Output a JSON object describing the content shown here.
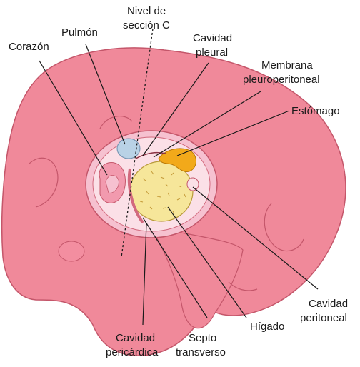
{
  "labels": {
    "nivel_line1": "Nivel de",
    "nivel_line2": "sección C",
    "corazon": "Corazón",
    "pulmon": "Pulmón",
    "cavidad_pleural_line1": "Cavidad",
    "cavidad_pleural_line2": "pleural",
    "membrana_line1": "Membrana",
    "membrana_line2": "pleuroperitoneal",
    "estomago": "Estómago",
    "cavidad_peritoneal_line1": "Cavidad",
    "cavidad_peritoneal_line2": "peritoneal",
    "higado": "Hígado",
    "septo_line1": "Septo",
    "septo_line2": "transverso",
    "cavidad_pericardica_line1": "Cavidad",
    "cavidad_pericardica_line2": "pericárdica"
  },
  "colors": {
    "embryo_fill": "#f0899a",
    "embryo_stroke": "#c4566a",
    "section_fill": "#f6c1d0",
    "lung_fill": "#b9d2e6",
    "liver_fill": "#f6e69a",
    "stomach_fill": "#f2a91a",
    "leader_line": "#1a1a1a"
  }
}
